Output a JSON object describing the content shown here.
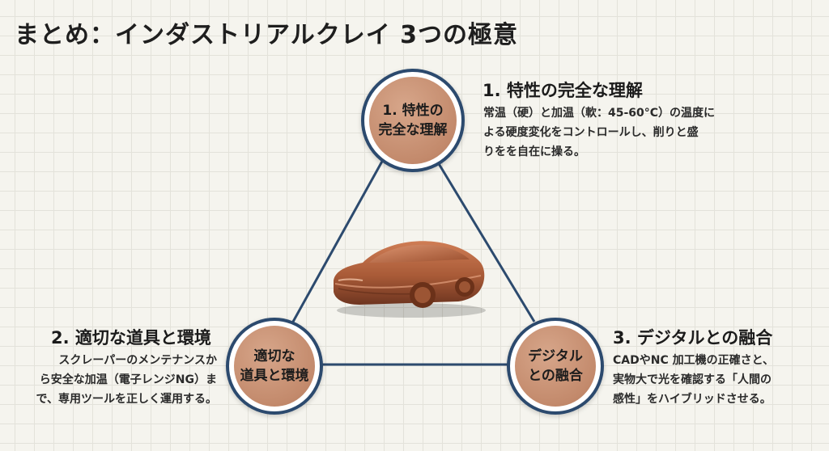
{
  "title": "まとめ：インダストリアルクレイ 3つの極意",
  "colors": {
    "outline": "#2c4a6e",
    "circle_fill": "#c38a6c",
    "background": "#f5f4ee",
    "clay": "#a85a37"
  },
  "nodes": {
    "top": {
      "line1": "1. 特性の",
      "line2": "完全な理解"
    },
    "left": {
      "line1": "適切な",
      "line2": "道具と環境"
    },
    "right": {
      "line1": "デジタル",
      "line2": "との融合"
    }
  },
  "sections": {
    "understanding": {
      "heading": "1. 特性の完全な理解",
      "lines": [
        "常温（硬）と加温（軟：45-60°C）の温度に",
        "よる硬度変化をコントロールし、削りと盛",
        "りをを自在に操る。"
      ]
    },
    "tools": {
      "heading": "2. 適切な道具と環境",
      "lines": [
        "スクレーパーのメンテナンスか",
        "ら安全な加温（電子レンジNG）ま",
        "で、専用ツールを正しく運用する。"
      ]
    },
    "digital": {
      "heading": "3. デジタルとの融合",
      "lines": [
        "CADやNC 加工機の正確さと、",
        "実物大で光を確認する「人間の",
        "感性」をハイブリッドさせる。"
      ]
    }
  },
  "illustration": {
    "icon": "clay-car-model"
  }
}
